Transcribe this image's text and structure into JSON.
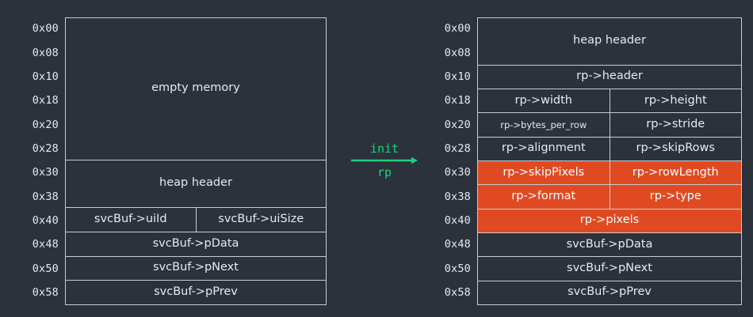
{
  "theme": {
    "background": "#2b323b",
    "border": "#c9ccd1",
    "text": "#e8eaed",
    "highlight": "#e04a22",
    "highlight_text": "#ffffff",
    "accent_green": "#1ecf80"
  },
  "addresses": [
    "0x00",
    "0x08",
    "0x10",
    "0x18",
    "0x20",
    "0x28",
    "0x30",
    "0x38",
    "0x40",
    "0x48",
    "0x50",
    "0x58"
  ],
  "left_block": {
    "title": "before-init-memory-layout",
    "rows": [
      {
        "span": 6,
        "cells": [
          {
            "text": "empty memory"
          }
        ]
      },
      {
        "span": 2,
        "cells": [
          {
            "text": "heap header"
          }
        ]
      },
      {
        "span": 1,
        "cells": [
          {
            "text": "svcBuf->uiId"
          },
          {
            "text": "svcBuf->uiSize"
          }
        ]
      },
      {
        "span": 1,
        "cells": [
          {
            "text": "svcBuf->pData"
          }
        ]
      },
      {
        "span": 1,
        "cells": [
          {
            "text": "svcBuf->pNext"
          }
        ]
      },
      {
        "span": 1,
        "cells": [
          {
            "text": "svcBuf->pPrev"
          }
        ]
      }
    ]
  },
  "right_block": {
    "title": "after-init-memory-layout",
    "rows": [
      {
        "span": 2,
        "highlight": false,
        "cells": [
          {
            "text": "heap header"
          }
        ]
      },
      {
        "span": 1,
        "highlight": false,
        "cells": [
          {
            "text": "rp->header"
          }
        ]
      },
      {
        "span": 1,
        "highlight": false,
        "cells": [
          {
            "text": "rp->width"
          },
          {
            "text": "rp->height"
          }
        ]
      },
      {
        "span": 1,
        "highlight": false,
        "cells": [
          {
            "text": "rp->bytes_per_row",
            "small": true
          },
          {
            "text": "rp->stride"
          }
        ]
      },
      {
        "span": 1,
        "highlight": false,
        "cells": [
          {
            "text": "rp->alignment"
          },
          {
            "text": "rp->skipRows"
          }
        ]
      },
      {
        "span": 1,
        "highlight": true,
        "cells": [
          {
            "text": "rp->skipPixels"
          },
          {
            "text": "rp->rowLength"
          }
        ]
      },
      {
        "span": 1,
        "highlight": true,
        "cells": [
          {
            "text": "rp->format"
          },
          {
            "text": "rp->type"
          }
        ]
      },
      {
        "span": 1,
        "highlight": true,
        "cells": [
          {
            "text": "rp->pixels"
          }
        ]
      },
      {
        "span": 1,
        "highlight": false,
        "cells": [
          {
            "text": "svcBuf->pData"
          }
        ]
      },
      {
        "span": 1,
        "highlight": false,
        "cells": [
          {
            "text": "svcBuf->pNext"
          }
        ]
      },
      {
        "span": 1,
        "highlight": false,
        "cells": [
          {
            "text": "svcBuf->pPrev"
          }
        ]
      }
    ]
  },
  "arrow": {
    "label_top": "init",
    "label_bottom": "rp",
    "icon": "arrow-right-icon"
  }
}
